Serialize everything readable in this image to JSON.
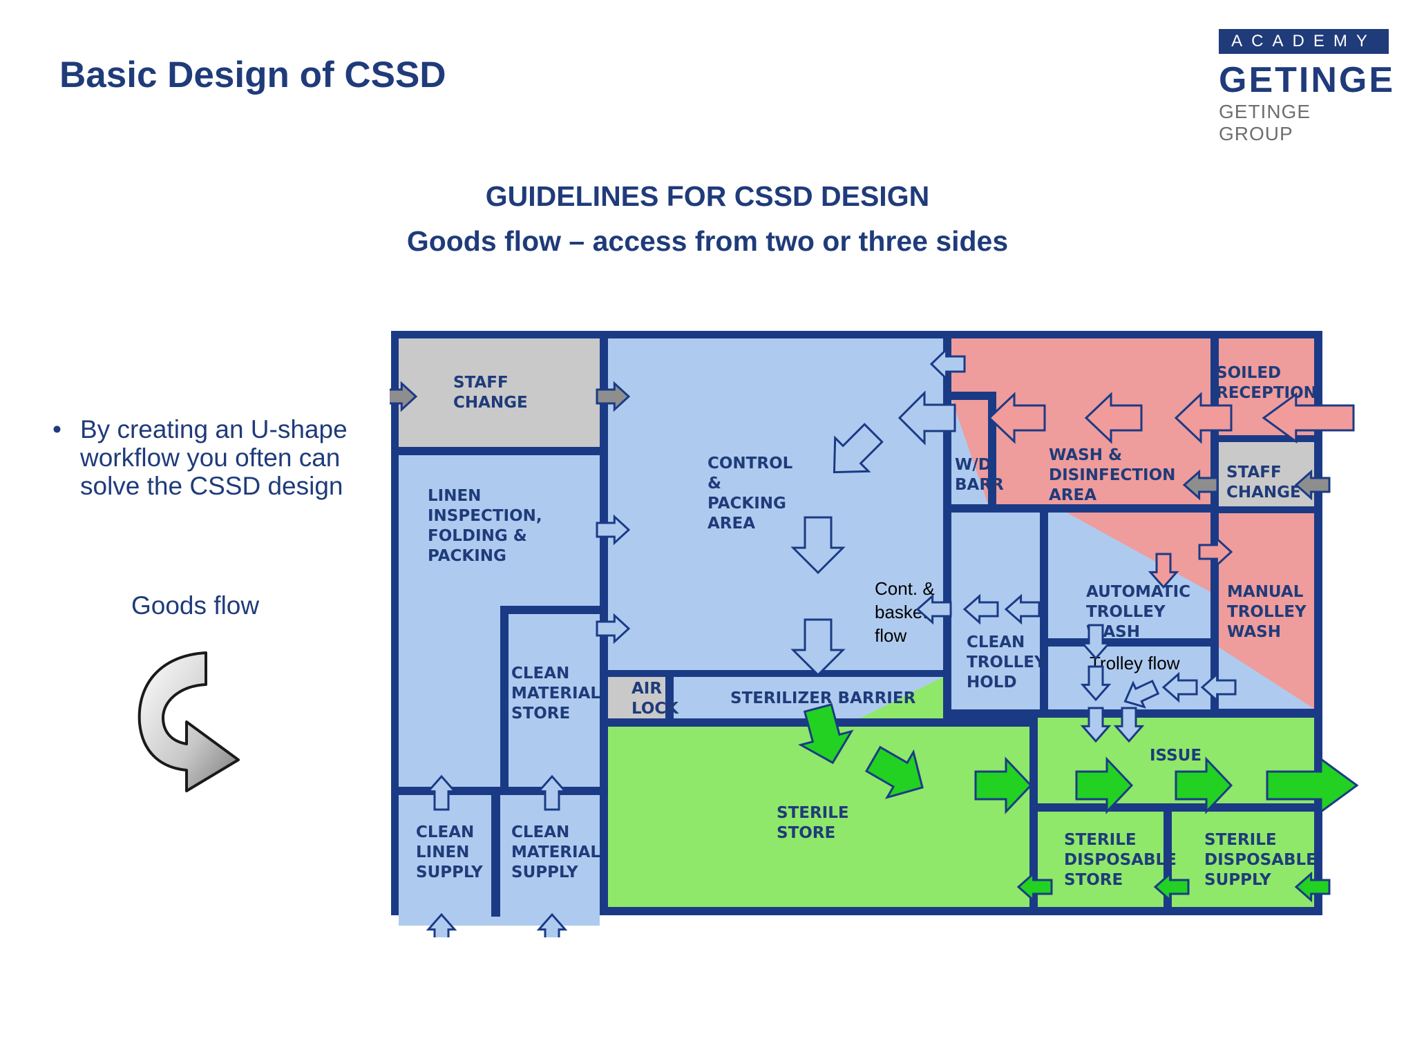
{
  "header": {
    "title": "Basic Design of CSSD",
    "logo": {
      "academy": "ACADEMY",
      "brand": "GETINGE",
      "group": "GETINGE GROUP"
    }
  },
  "headings": {
    "line1": "GUIDELINES FOR CSSD DESIGN",
    "line2": "Goods flow – access from two or three sides"
  },
  "bullet": {
    "lines": [
      "By creating an U-shape",
      "workflow you often can",
      "solve the CSSD design"
    ]
  },
  "legend": {
    "label": "Goods flow"
  },
  "rooms": {
    "staff_change_left": [
      "STAFF",
      "CHANGE"
    ],
    "linen_inspection": [
      "LINEN",
      "INSPECTION,",
      "FOLDING &",
      "PACKING"
    ],
    "control_packing": [
      "CONTROL",
      "&",
      "PACKING",
      "AREA"
    ],
    "wd_barrier": [
      "W/D",
      "BARR"
    ],
    "wash_disinfection": [
      "WASH &",
      "DISINFECTION",
      "AREA"
    ],
    "soiled_reception": [
      "SOILED",
      "RECEPTION"
    ],
    "staff_change_right": [
      "STAFF",
      "CHANGE"
    ],
    "clean_material_store": [
      "CLEAN",
      "MATERIAL",
      "STORE"
    ],
    "air_lock": [
      "AIR",
      "LOCK"
    ],
    "sterilizer_barrier": [
      "STERILIZER BARRIER"
    ],
    "clean_trolley_hold": [
      "CLEAN",
      "TROLLEY",
      "HOLD"
    ],
    "automatic_trolley_wash": [
      "AUTOMATIC",
      "TROLLEY",
      "WASH"
    ],
    "manual_trolley_wash": [
      "MANUAL",
      "TROLLEY",
      "WASH"
    ],
    "issue": [
      "ISSUE"
    ],
    "sterile_store": [
      "STERILE",
      "STORE"
    ],
    "sterile_disposable_store": [
      "STERILE",
      "DISPOSABLE",
      "STORE"
    ],
    "sterile_disposable_supply": [
      "STERILE",
      "DISPOSABLE",
      "SUPPLY"
    ],
    "clean_linen_supply": [
      "CLEAN",
      "LINEN",
      "SUPPLY"
    ],
    "clean_material_supply": [
      "CLEAN",
      "MATERIAL",
      "SUPPLY"
    ]
  },
  "flow_labels": {
    "container": [
      "Cont. &",
      "basket",
      "flow"
    ],
    "trolley": "Trolley flow"
  },
  "colors": {
    "wall": "#1b3a86",
    "clean_zone": "#aecbef",
    "soiled_zone": "#ee9c9c",
    "sterile_zone": "#8fe86a",
    "staff_zone": "#c9c9c9",
    "arrow_green": "#22d122",
    "arrow_pink": "#f19b9b",
    "arrow_grey": "#8e8e8e",
    "title_blue": "#1f3b7a"
  }
}
